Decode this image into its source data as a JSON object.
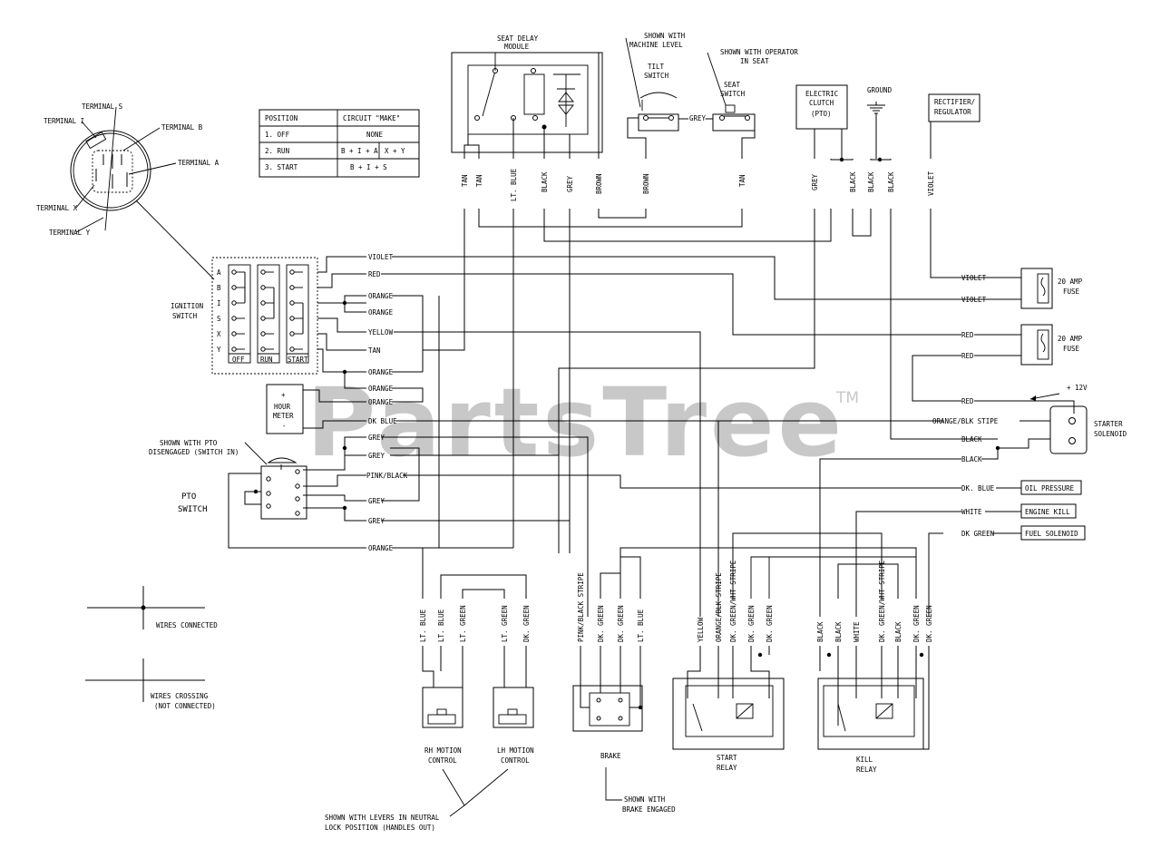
{
  "watermark": {
    "text": "PartsTree",
    "mark": "TM"
  },
  "terminals": {
    "s": "TERMINAL S",
    "i": "TERMINAL I",
    "b": "TERMINAL B",
    "a": "TERMINAL A",
    "x": "TERMINAL X",
    "y": "TERMINAL Y"
  },
  "position_table": {
    "headers": [
      "POSITION",
      "CIRCUIT \"MAKE\""
    ],
    "rows": [
      [
        "1. OFF",
        "NONE",
        ""
      ],
      [
        "2. RUN",
        "B + I + A",
        "X + Y"
      ],
      [
        "3. START",
        "B + I + S",
        ""
      ]
    ]
  },
  "components": {
    "seat_delay": [
      "SEAT DELAY",
      "MODULE"
    ],
    "tilt_note": [
      "SHOWN WITH",
      "MACHINE LEVEL"
    ],
    "tilt_switch": [
      "TILT",
      "SWITCH"
    ],
    "seat_note": [
      "SHOWN WITH OPERATOR",
      "IN SEAT"
    ],
    "seat_switch": [
      "SEAT",
      "SWITCH"
    ],
    "clutch": [
      "ELECTRIC",
      "CLUTCH",
      "(PTO)"
    ],
    "ground": "GROUND",
    "rectifier": [
      "RECTIFIER/",
      "REGULATOR"
    ],
    "ignition": [
      "IGNITION",
      "SWITCH"
    ],
    "ignition_letters": [
      "A",
      "B",
      "I",
      "S",
      "X",
      "Y"
    ],
    "ignition_positions": [
      "OFF",
      "RUN",
      "START"
    ],
    "hour_meter": [
      "+",
      "HOUR",
      "METER",
      "-"
    ],
    "pto_note": [
      "SHOWN WITH PTO",
      "DISENGAGED (SWITCH IN)"
    ],
    "pto_switch": [
      "PTO",
      "SWITCH"
    ],
    "fuse": [
      "20 AMP",
      "FUSE"
    ],
    "plus12": "+ 12V",
    "starter": [
      "STARTER",
      "SOLENOID"
    ],
    "oil": "OIL PRESSURE",
    "engine_kill": "ENGINE KILL",
    "fuel": "FUEL SOLENOID",
    "rh": [
      "RH MOTION",
      "CONTROL"
    ],
    "lh": [
      "LH MOTION",
      "CONTROL"
    ],
    "brake": "BRAKE",
    "brake_note": [
      "SHOWN WITH",
      "BRAKE ENGAGED"
    ],
    "start_relay": [
      "START",
      "RELAY"
    ],
    "kill_relay": [
      "KILL",
      "RELAY"
    ],
    "lever_note": [
      "SHOWN WITH LEVERS IN NEUTRAL",
      "LOCK POSITION (HANDLES OUT)"
    ]
  },
  "legend": {
    "connected": "WIRES CONNECTED",
    "crossing": [
      "WIRES CROSSING",
      "(NOT CONNECTED)"
    ]
  },
  "wires": {
    "top_vertical": [
      "TAN",
      "TAN",
      "LT. BLUE",
      "BLACK",
      "GREY",
      "BROWN",
      "BROWN",
      "TAN",
      "GREY",
      "BLACK",
      "BLACK",
      "BLACK",
      "VIOLET"
    ],
    "tilt_grey": "GREY",
    "ignition_right": [
      "VIOLET",
      "RED",
      "ORANGE",
      "ORANGE",
      "YELLOW",
      "TAN",
      "ORANGE",
      "ORANGE",
      "ORANGE",
      "DK BLUE",
      "GREY",
      "GREY",
      "PINK/BLACK",
      "GREY",
      "GREY",
      "ORANGE"
    ],
    "right_side": [
      "VIOLET",
      "VIOLET",
      "RED",
      "RED",
      "RED",
      "ORANGE/BLK STIPE",
      "BLACK",
      "BLACK",
      "DK. BLUE",
      "WHITE",
      "DK GREEN"
    ],
    "bottom_vertical": [
      "LT. BLUE",
      "LT. BLUE",
      "LT. GREEN",
      "LT. GREEN",
      "DK. GREEN",
      "PINK/BLACK STRIPE",
      "DK. GREEN",
      "DK. GREEN",
      "LT. BLUE",
      "YELLOW",
      "ORANGE/BLK STRIPE",
      "DK. GREEN/WHT STRIPE",
      "DK. GREEN",
      "DK. GREEN",
      "BLACK",
      "BLACK",
      "WHITE",
      "DK. GREEN/WHT STRIPE",
      "BLACK",
      "DK. GREEN",
      "DK. GREEN"
    ]
  }
}
